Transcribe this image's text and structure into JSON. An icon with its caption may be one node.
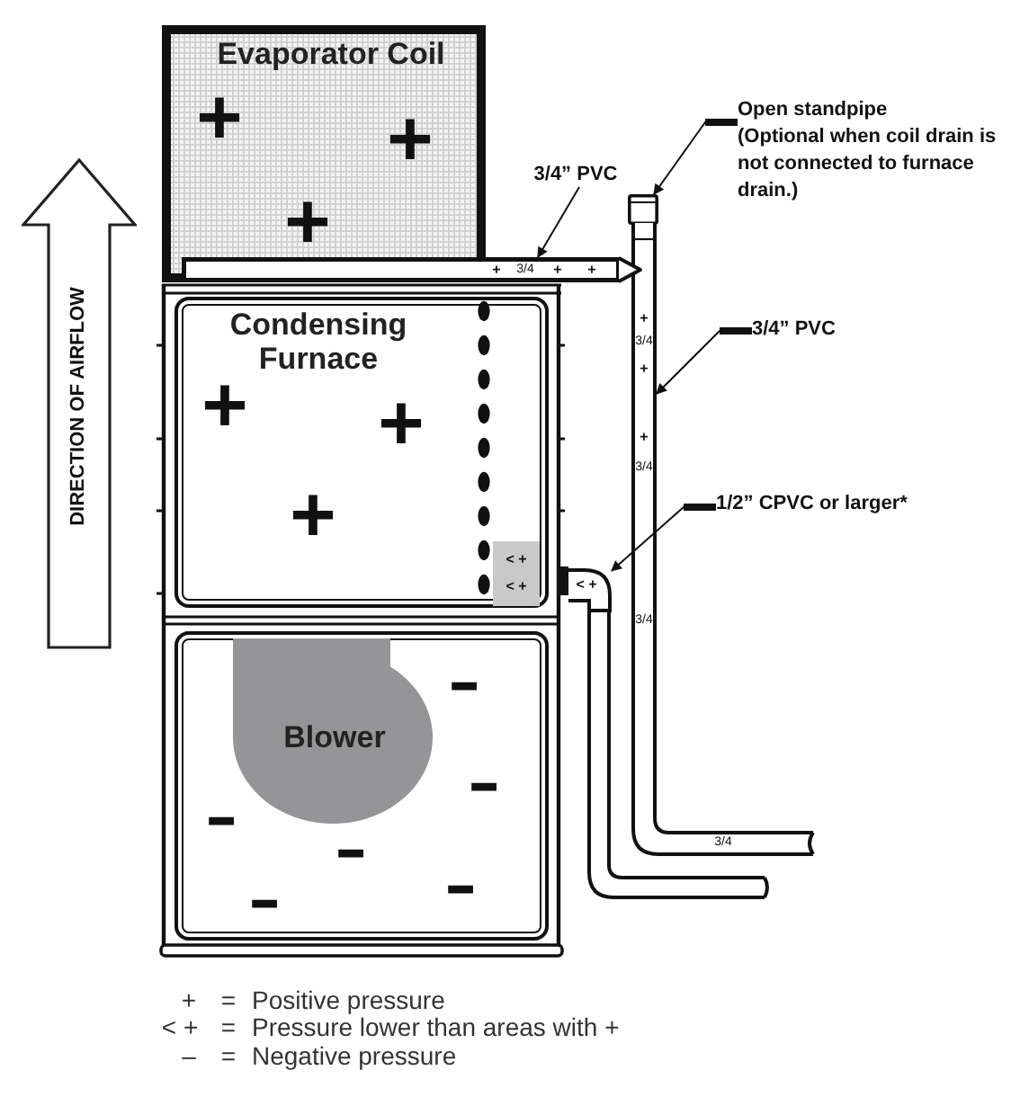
{
  "diagram": {
    "nodes": [
      {
        "text": [
          "Evaporator Coil",
          "+",
          "+",
          "+"
        ]
      },
      {
        "text": [
          "Condensing Furnace",
          "+",
          "+",
          "+"
        ]
      },
      {
        "text": [
          "< +",
          "< +"
        ],
        "in": 1
      },
      {
        "text": [
          "–",
          "–",
          "–",
          "–",
          "–",
          "–"
        ]
      },
      {
        "text": [
          "Blower"
        ],
        "in": 3
      },
      {
        "text": [
          "DIRECTION OF AIRFLOW"
        ]
      },
      {
        "text": [
          "3/4” PVC"
        ]
      },
      {
        "text": [
          "Open standpipe",
          "(Optional when coil drain is not connected to furnace drain.)"
        ]
      },
      {
        "text": [
          "3/4” PVC"
        ]
      },
      {
        "text": [
          "1/2” CPVC or larger*"
        ]
      },
      {
        "text": [
          "+",
          "3/4",
          "+",
          "+"
        ]
      },
      {
        "text": [],
        "shape": "box"
      },
      {
        "text": [
          "+",
          "3/4",
          "+",
          "+",
          "3/4",
          "3/4"
        ]
      },
      {
        "text": [
          "< +"
        ]
      }
    ],
    "edges": [
      {
        "from": 6,
        "to": 10,
        "arrow": "to"
      },
      {
        "from": 7,
        "to": 11,
        "arrow": "to"
      },
      {
        "from": 8,
        "to": 12,
        "arrow": "to"
      },
      {
        "from": 9,
        "to": 13,
        "arrow": "to"
      }
    ],
    "labels": [
      "3/4",
      "+",
      "=",
      "Positive pressure",
      "< +",
      "=",
      "Pressure lower than areas with +",
      "–",
      "=",
      "Negative pressure"
    ]
  }
}
